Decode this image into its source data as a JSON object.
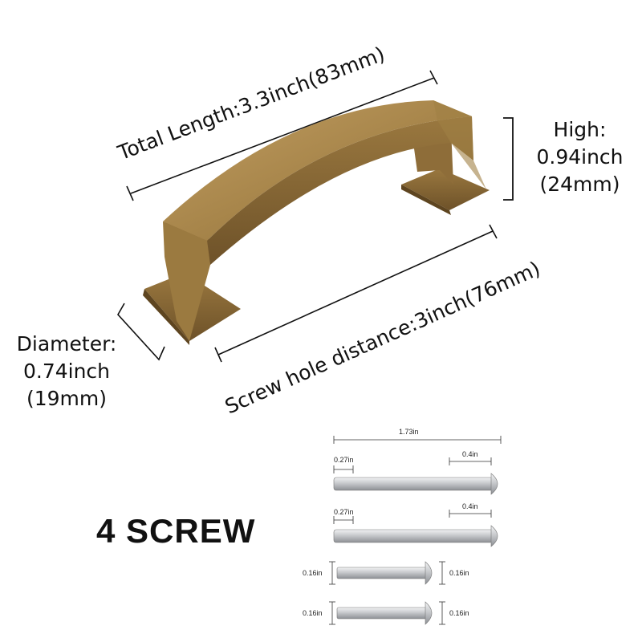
{
  "handle": {
    "total_length": "Total Length:3.3inch(83mm)",
    "height": {
      "label": "High:",
      "inch": "0.94inch",
      "mm": "(24mm)"
    },
    "diameter": {
      "label": "Diameter:",
      "inch": "0.74inch",
      "mm": "(19mm)"
    },
    "screw_hole": "Screw hole distance:3inch(76mm)"
  },
  "screws": {
    "title": "4 SCREW",
    "total": "1.73in",
    "long": [
      {
        "left": "0.27in",
        "right": "0.4in"
      },
      {
        "left": "0.27in",
        "right": "0.4in"
      }
    ],
    "short": [
      {
        "left": "0.16in",
        "right": "0.16in"
      },
      {
        "left": "0.16in",
        "right": "0.16in"
      }
    ]
  },
  "colors": {
    "brass_light": "#b08c52",
    "brass_dark": "#6e5229",
    "screw": "#c7c9cc"
  }
}
